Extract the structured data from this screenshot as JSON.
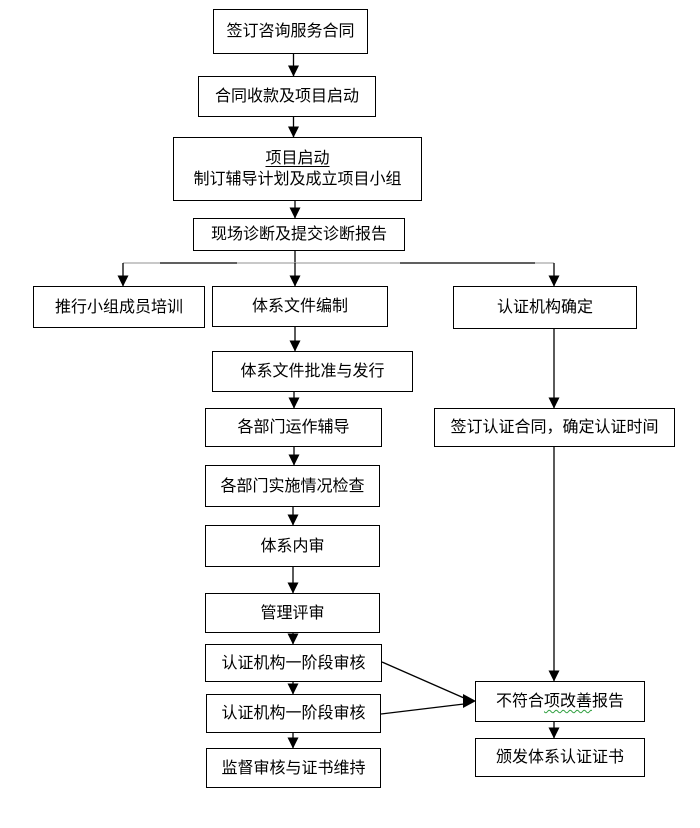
{
  "flowchart": {
    "colors": {
      "line": "#000000",
      "gray_line": "#a6a6a6",
      "border": "#000000",
      "text": "#000000",
      "squiggle": "#2f9e3f",
      "background": "#ffffff"
    },
    "nodes": {
      "sign_contract": "签订咨询服务合同",
      "payment_start": "合同收款及项目启动",
      "project_start_title": "项目启动",
      "project_start_detail": "制订辅导计划及成立项目小组",
      "diagnosis": "现场诊断及提交诊断报告",
      "team_training": "推行小组成员培训",
      "doc_prepare": "体系文件编制",
      "cert_body_select": "认证机构确定",
      "doc_approve": "体系文件批准与发行",
      "dept_coach": "各部门运作辅导",
      "cert_contract": "签订认证合同，确定认证时间",
      "dept_check": "各部门实施情况检查",
      "internal_audit": "体系内审",
      "mgmt_review": "管理评审",
      "stage1_audit": "认证机构一阶段审核",
      "stage1_audit_2": "认证机构一阶段审核",
      "surveillance": "监督审核与证书维持",
      "nc_report_part1": "不符合",
      "nc_report_part2": "项改善",
      "nc_report_part3": "报告",
      "issue_cert": "颁发体系认证证书"
    }
  }
}
